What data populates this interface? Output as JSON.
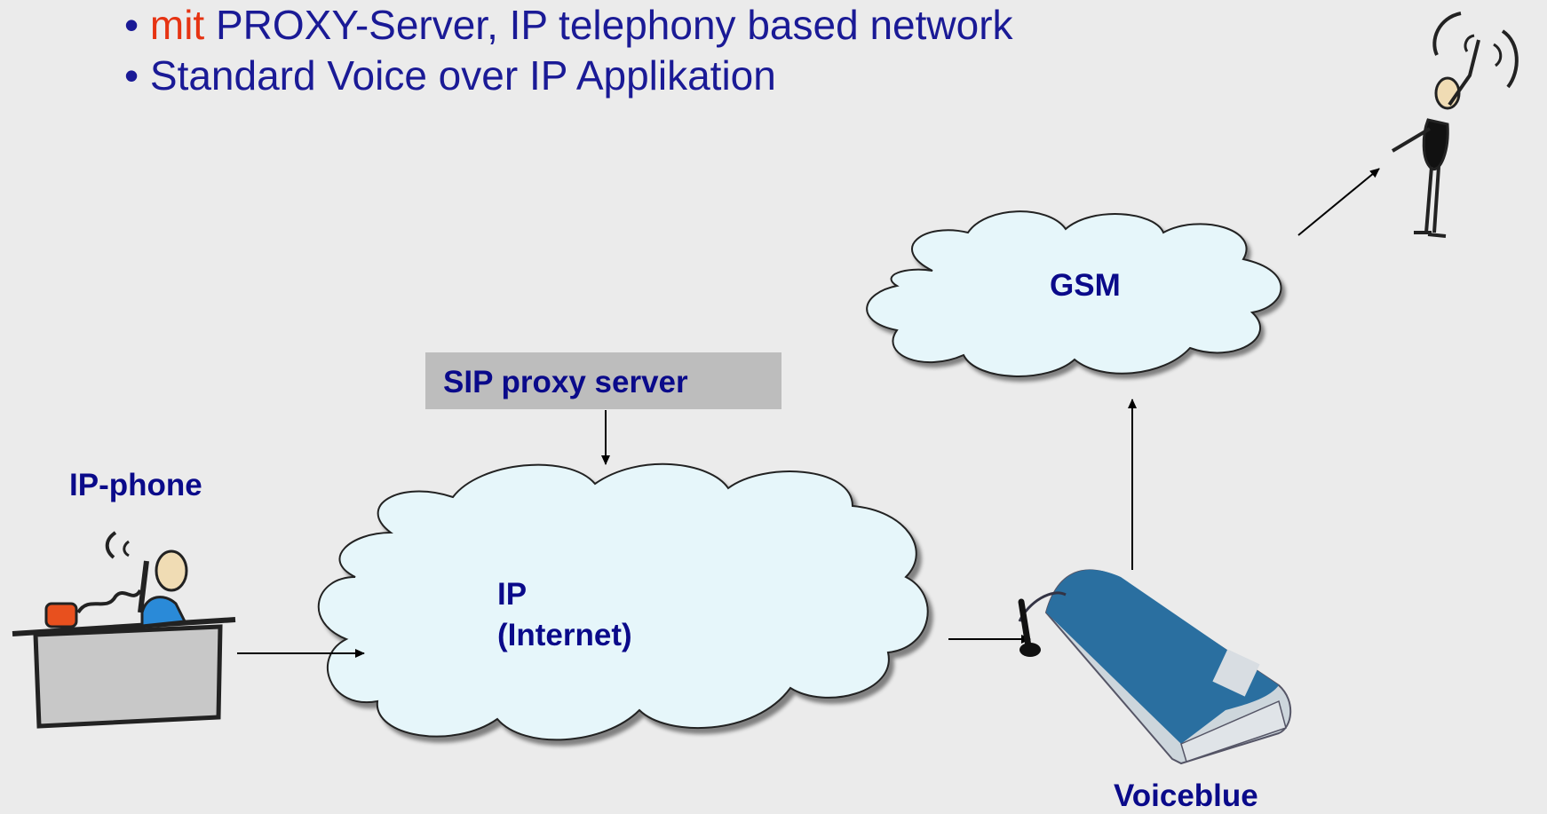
{
  "bullets": [
    {
      "accent": "mit",
      "text": " PROXY-Server, IP telephony based network"
    },
    {
      "accent": "",
      "text": "Standard Voice over IP Applikation"
    }
  ],
  "bullet_char": "•",
  "nodes": {
    "ip_phone": "IP-phone",
    "sip_proxy": "SIP proxy server",
    "ip_cloud_line1": "IP",
    "ip_cloud_line2": "(Internet)",
    "gsm_cloud": "GSM",
    "voiceblue": "Voiceblue"
  },
  "colors": {
    "text": "#0a0a8a",
    "bullet_text": "#1a1a96",
    "accent": "#e63312",
    "cloud_fill": "#e6f6fa",
    "background": "#ebebeb",
    "sip_box": "#bdbdbd",
    "device": "#2a6fa0"
  },
  "icons": [
    "person-at-desk-icon",
    "person-on-phone-icon",
    "voiceblue-gateway-icon",
    "antenna-icon"
  ]
}
